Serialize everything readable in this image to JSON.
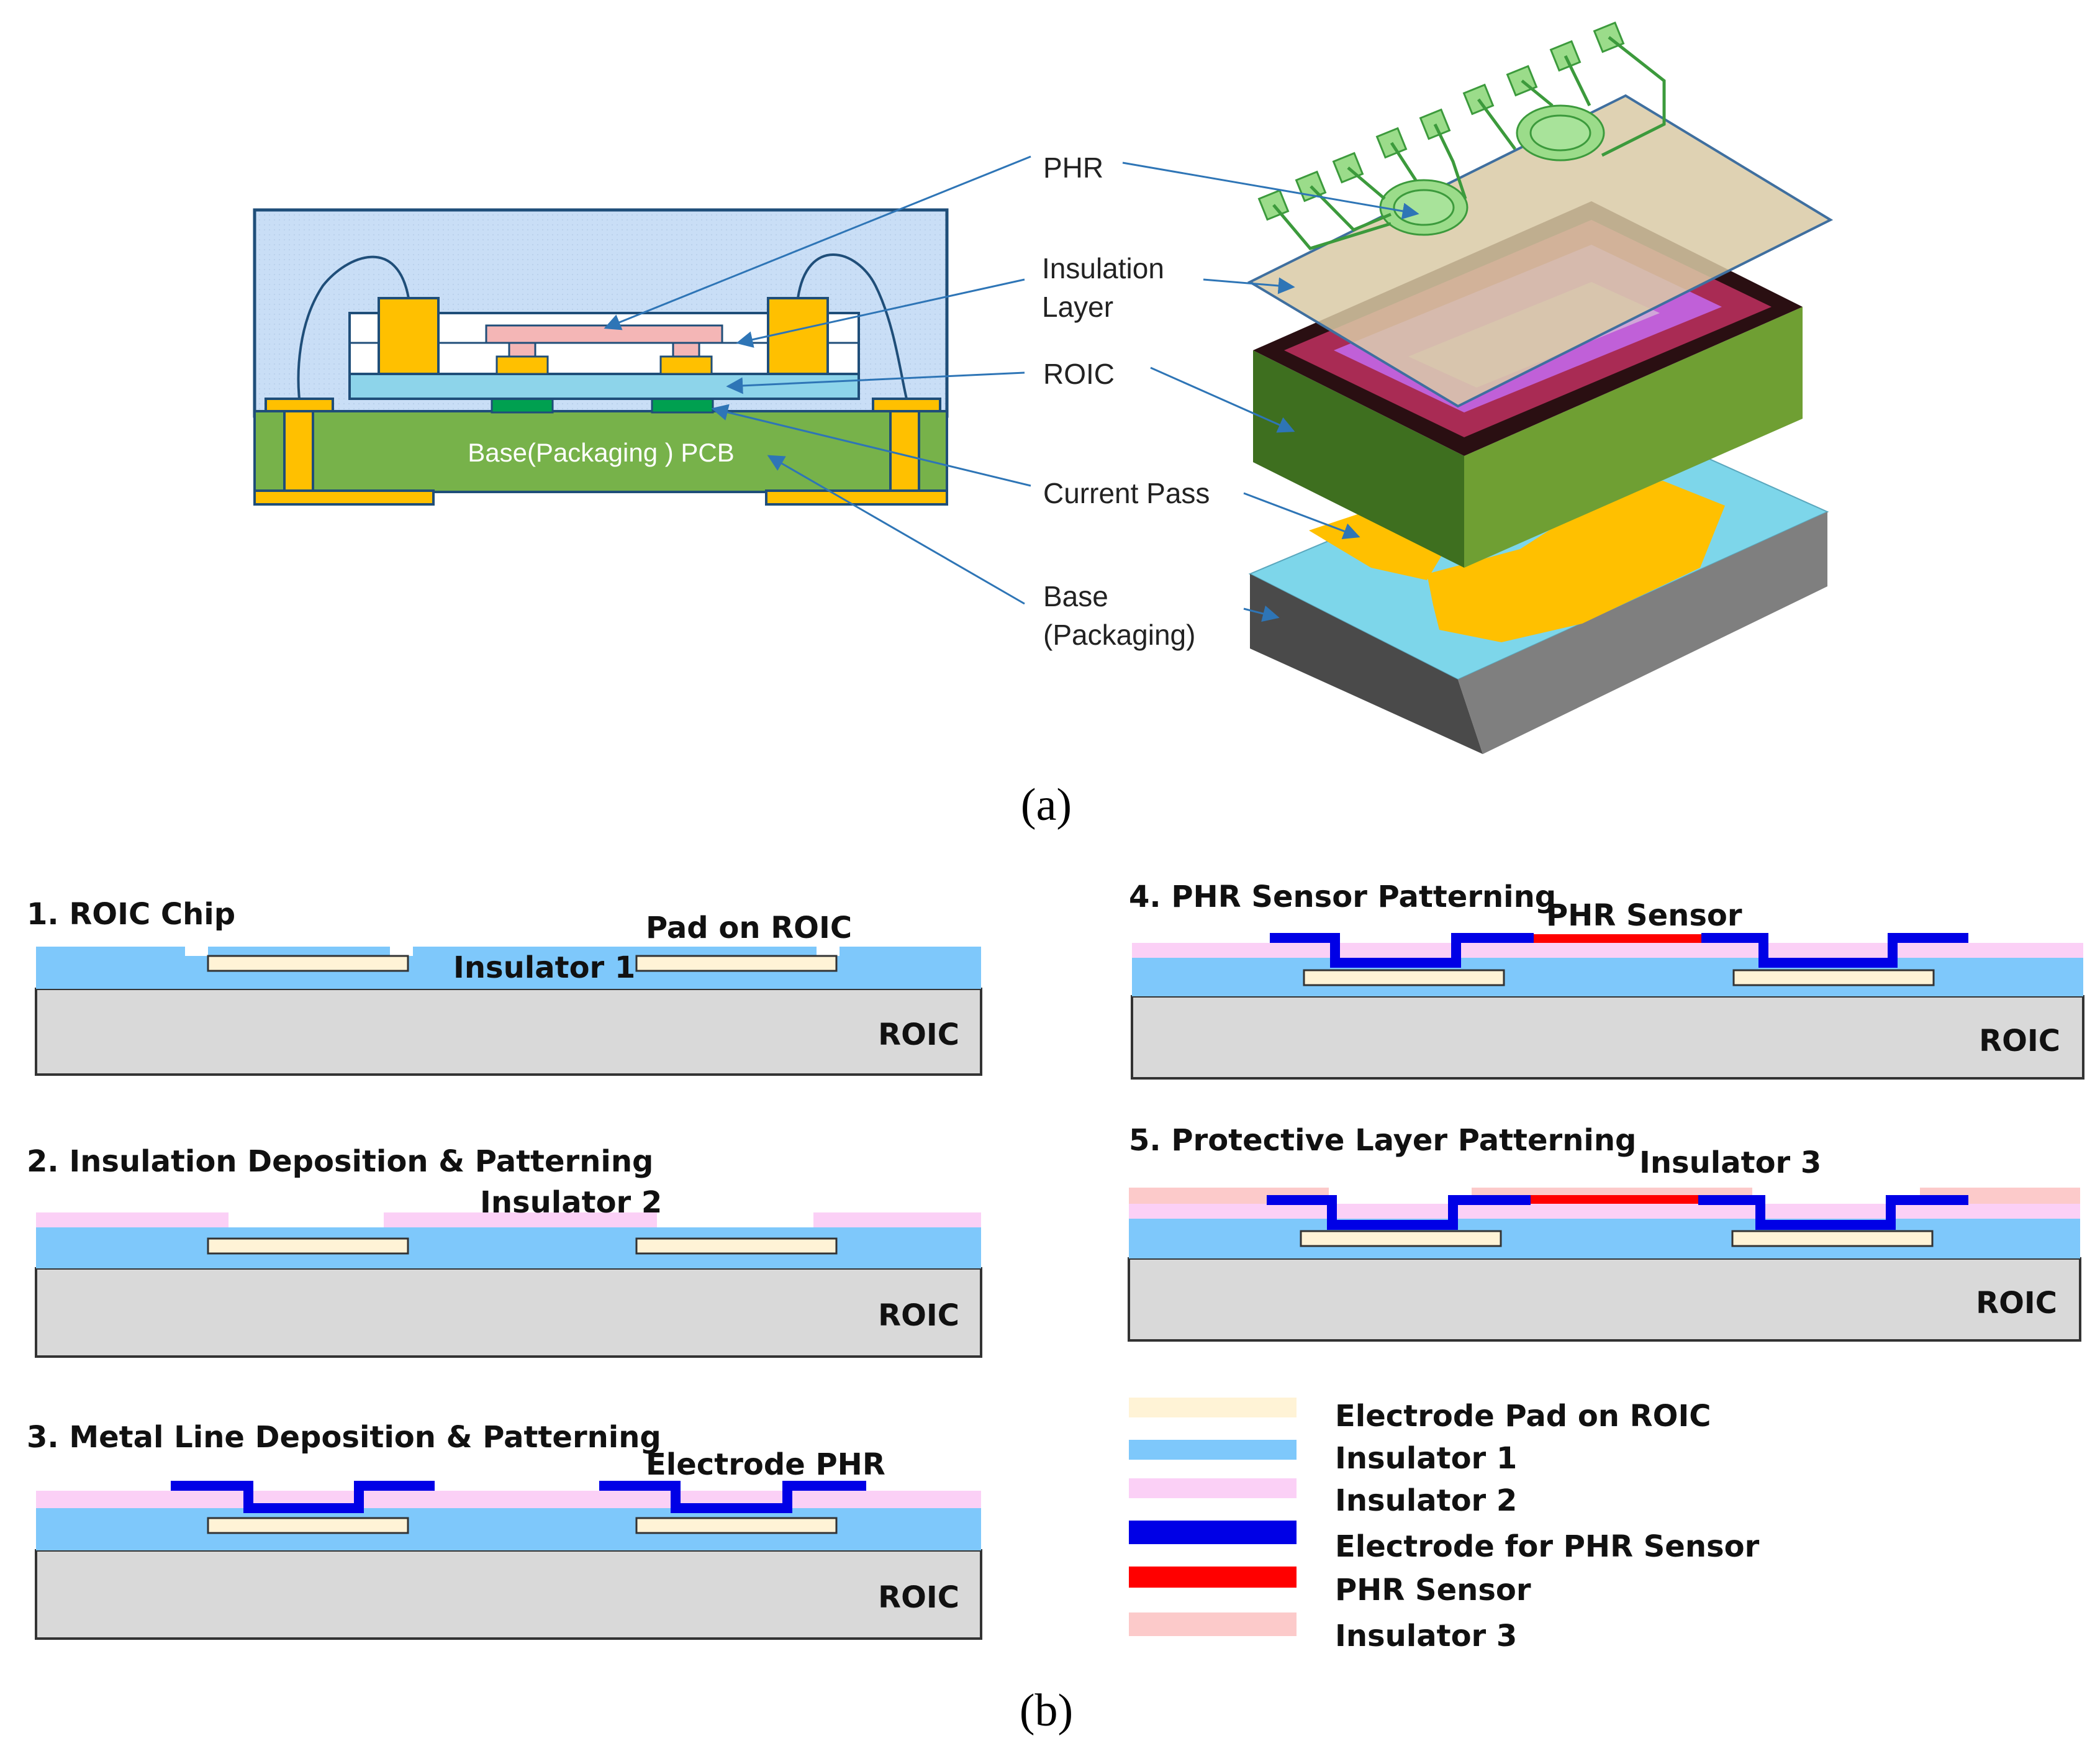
{
  "panel_a": {
    "caption": "(a)",
    "pcb_label": "Base(Packaging ) PCB",
    "callouts": {
      "phr": "PHR",
      "insulation_line1": "Insulation",
      "insulation_line2": "Layer",
      "roic": "ROIC",
      "current_pass": "Current Pass",
      "base_line1": "Base",
      "base_line2": "(Packaging)"
    }
  },
  "panel_b": {
    "caption": "(b)",
    "steps": [
      {
        "title": "1. ROIC Chip",
        "annotation": "Pad on ROIC",
        "annotation2": "Insulator 1",
        "substrate": "ROIC"
      },
      {
        "title": "2. Insulation Deposition & Patterning",
        "annotation": "Insulator 2",
        "substrate": "ROIC"
      },
      {
        "title": "3. Metal Line Deposition & Patterning",
        "annotation": "Electrode PHR",
        "substrate": "ROIC"
      },
      {
        "title": "4. PHR Sensor Patterning",
        "annotation": "PHR Sensor",
        "substrate": "ROIC"
      },
      {
        "title": "5. Protective Layer Patterning",
        "annotation": "Insulator 3",
        "substrate": "ROIC"
      }
    ],
    "legend": [
      {
        "label": "Electrode Pad on ROIC",
        "color": "#fff3d6"
      },
      {
        "label": "Insulator 1",
        "color": "#7ec8fb"
      },
      {
        "label": "Insulator 2",
        "color": "#fbd0f6"
      },
      {
        "label": "Electrode for PHR Sensor",
        "color": "#0000e6"
      },
      {
        "label": "PHR Sensor",
        "color": "#ff0000"
      },
      {
        "label": "Insulator 3",
        "color": "#fccaca"
      }
    ]
  }
}
